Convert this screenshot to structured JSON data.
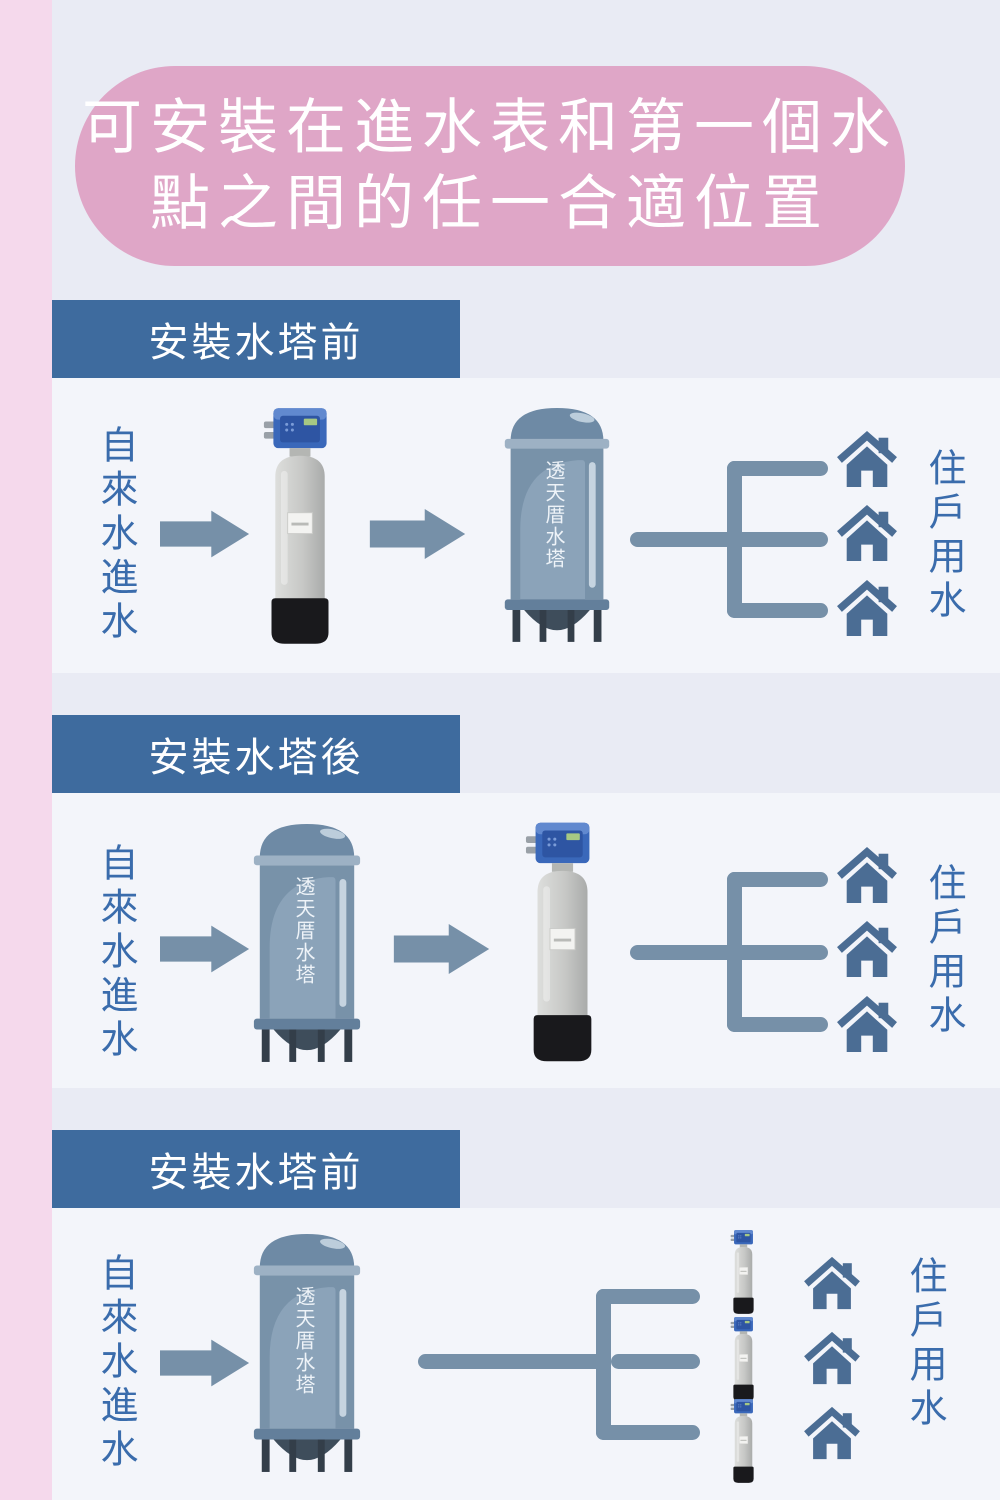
{
  "page": {
    "title_line1": "可安裝在進水表和第一個水",
    "title_line2": "點之間的任一合適位置"
  },
  "labels": {
    "water_source": "自來水進水",
    "water_tower": "透天厝水塔",
    "households": "住戶用水"
  },
  "sections": [
    {
      "header": "安裝水塔前"
    },
    {
      "header": "安裝水塔後"
    },
    {
      "header": "安裝水塔前"
    }
  ],
  "colors": {
    "page_bg": "#e9ebf4",
    "side_strip_pink": "#f5d9ec",
    "banner_pink": "#dfa6c7",
    "header_blue": "#3e6b9e",
    "panel_bg": "#f3f5fa",
    "label_blue": "#3a6cac",
    "pipe_slate": "#7690a8",
    "house_slate": "#4b6d94",
    "tower_body": "#7b94ab",
    "softener_head_blue": "#3a68ba",
    "softener_tank_gray": "#c7c8c6"
  }
}
